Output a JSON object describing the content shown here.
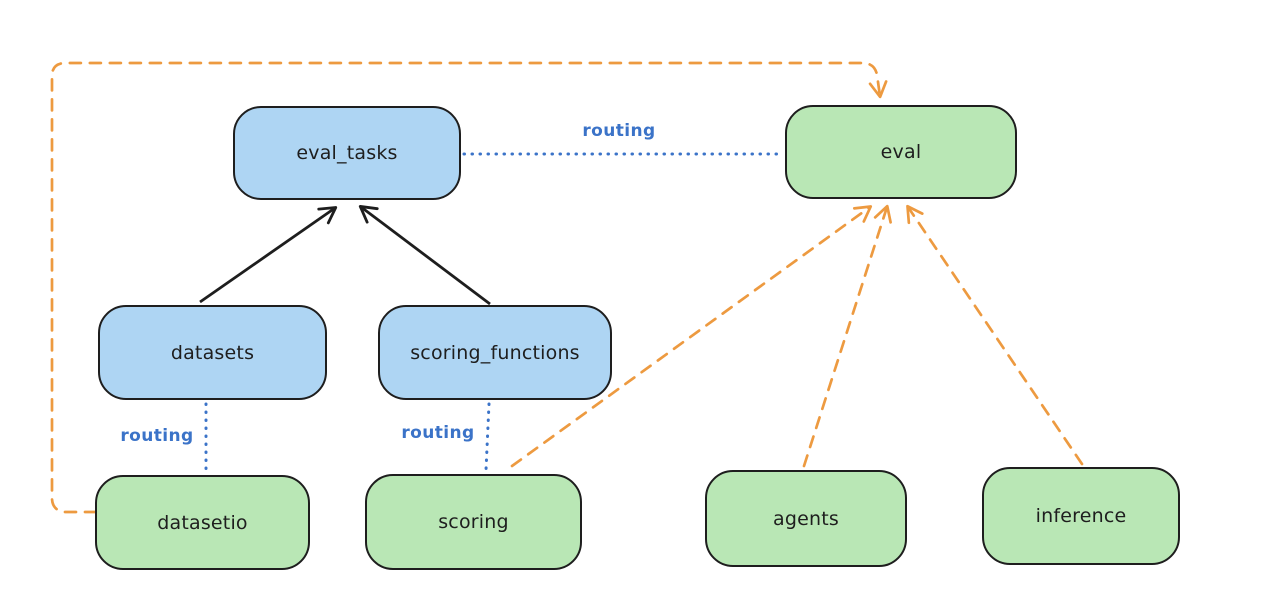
{
  "diagram": {
    "type": "dependency-routing-diagram",
    "nodes": {
      "eval_tasks": {
        "label": "eval_tasks",
        "fill": "blue"
      },
      "eval": {
        "label": "eval",
        "fill": "green"
      },
      "datasets": {
        "label": "datasets",
        "fill": "blue"
      },
      "scoring_functions": {
        "label": "scoring_functions",
        "fill": "blue"
      },
      "datasetio": {
        "label": "datasetio",
        "fill": "green"
      },
      "scoring": {
        "label": "scoring",
        "fill": "green"
      },
      "agents": {
        "label": "agents",
        "fill": "green"
      },
      "inference": {
        "label": "inference",
        "fill": "green"
      }
    },
    "edges": [
      {
        "from": "datasets",
        "to": "eval_tasks",
        "style": "solid-black-arrow",
        "label": ""
      },
      {
        "from": "scoring_functions",
        "to": "eval_tasks",
        "style": "solid-black-arrow",
        "label": ""
      },
      {
        "from": "eval_tasks",
        "to": "eval",
        "style": "dotted-blue",
        "label": "routing"
      },
      {
        "from": "datasets",
        "to": "datasetio",
        "style": "dotted-blue",
        "label": "routing"
      },
      {
        "from": "scoring_functions",
        "to": "scoring",
        "style": "dotted-blue",
        "label": "routing"
      },
      {
        "from": "scoring",
        "to": "eval",
        "style": "dashed-orange-arrow",
        "label": ""
      },
      {
        "from": "agents",
        "to": "eval",
        "style": "dashed-orange-arrow",
        "label": ""
      },
      {
        "from": "inference",
        "to": "eval",
        "style": "dashed-orange-arrow",
        "label": ""
      },
      {
        "from": "datasetio",
        "to": "eval",
        "style": "dashed-orange-arrow",
        "label": ""
      }
    ],
    "colors": {
      "canvas_bg": "#ffffff",
      "node_stroke": "#1e1e1e",
      "node_blue_fill": "#aed5f3",
      "node_green_fill": "#b9e7b5",
      "routing_blue": "#3b73c8",
      "dependency_orange": "#ed9a40"
    }
  }
}
